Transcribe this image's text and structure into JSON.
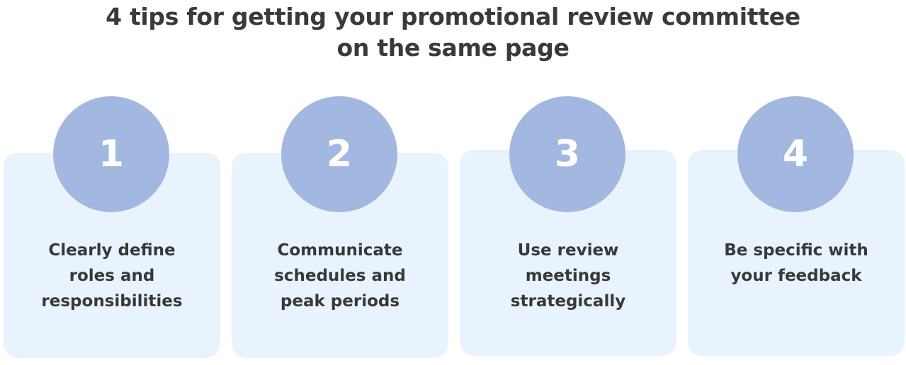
{
  "title": {
    "line1": "4 tips for getting your promotional review committee",
    "line2": "on the same page"
  },
  "colors": {
    "card_background": "#e8f3fe",
    "circle": "#a3b8e0",
    "text": "#383838",
    "number": "#ffffff"
  },
  "tips": [
    {
      "number": "1",
      "lines": [
        "Clearly define",
        "roles and",
        "responsibilities"
      ]
    },
    {
      "number": "2",
      "lines": [
        "Communicate",
        "schedules and",
        "peak periods"
      ]
    },
    {
      "number": "3",
      "lines": [
        "Use review",
        "meetings",
        "strategically"
      ]
    },
    {
      "number": "4",
      "lines": [
        "Be specific with",
        "your feedback"
      ]
    }
  ]
}
